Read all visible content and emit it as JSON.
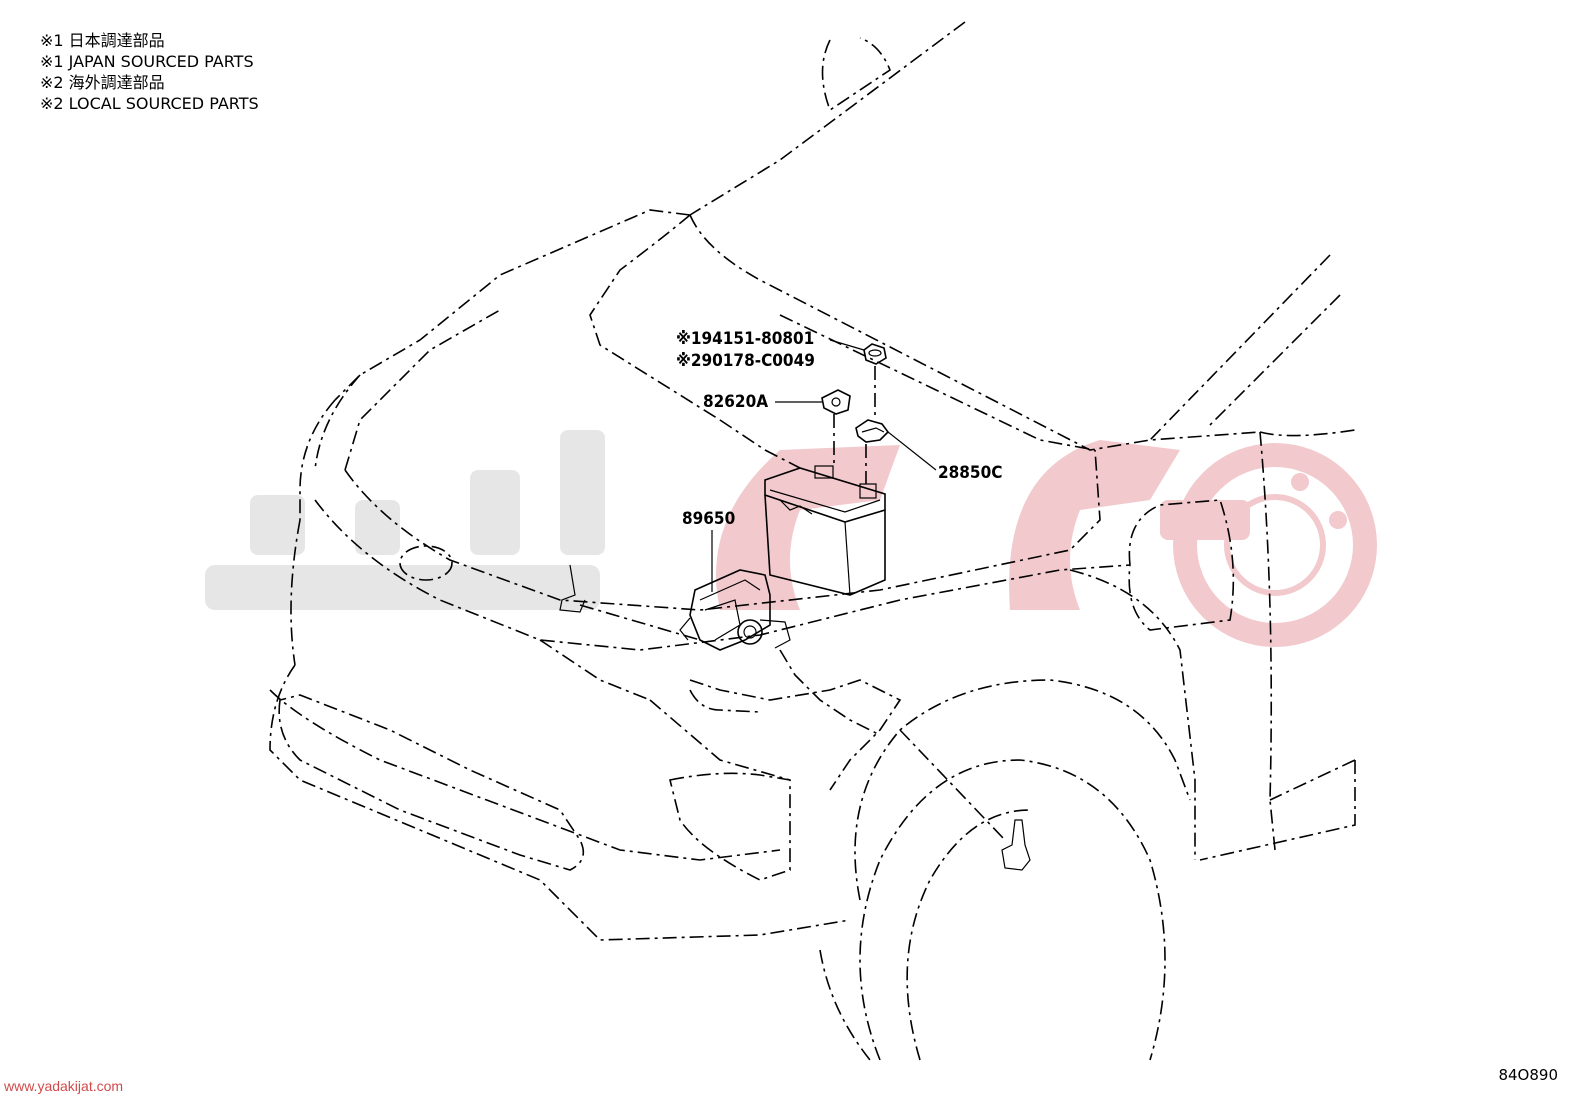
{
  "legend": [
    "※1 日本調達部品",
    "※1 JAPAN SOURCED PARTS",
    "※2 海外調達部品",
    "※2 LOCAL SOURCED PARTS"
  ],
  "callouts": {
    "part_194151": "※194151-80801",
    "part_290178": "※290178-C0049",
    "part_82620A": "82620A",
    "part_28850C": "28850C",
    "part_89650": "89650"
  },
  "diagram_id": "84O890",
  "site_url": "www.yadakijat.com",
  "colors": {
    "line": "#000000",
    "watermark_gray": "#e6e6e6",
    "watermark_red": "#f2c9cc",
    "url": "#d14a4a"
  }
}
